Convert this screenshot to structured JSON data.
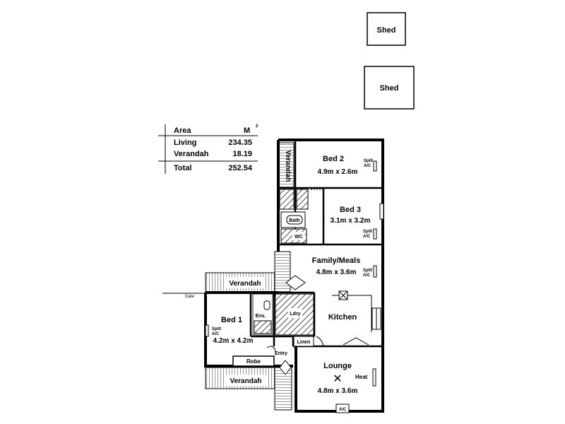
{
  "sheds": [
    {
      "label": "Shed"
    },
    {
      "label": "Shed"
    }
  ],
  "area_table": {
    "header_label": "Area",
    "header_unit": "M",
    "header_unit_sup": "2",
    "rows": [
      {
        "label": "Living",
        "value": "234.35"
      },
      {
        "label": "Verandah",
        "value": "18.19"
      }
    ],
    "total": {
      "label": "Total",
      "value": "252.54"
    }
  },
  "rooms": {
    "bed2": {
      "name": "Bed 2",
      "size": "4.9m x 2.6m"
    },
    "bed3": {
      "name": "Bed 3",
      "size": "3.1m x 3.2m"
    },
    "family": {
      "name": "Family/Meals",
      "size": "4.8m x 3.6m"
    },
    "kitchen": {
      "name": "Kitchen"
    },
    "bed1": {
      "name": "Bed 1",
      "size": "4.2m x 4.2m"
    },
    "lounge": {
      "name": "Lounge",
      "size": "4.8m x 3.6m",
      "heat": "Heat"
    }
  },
  "fixtures": {
    "bath": "Bath",
    "wc": "WC",
    "ens": "Ens.",
    "laundry": "Ldry",
    "linen": "Linen",
    "entry": "Entry",
    "robe": "Robe",
    "gate": "Gate",
    "ac": "A/C",
    "split": "Split",
    "split_ac": "A/C"
  },
  "verandahs": {
    "side": "Verandah",
    "upper": "Verandah",
    "lower": "Verandah"
  }
}
